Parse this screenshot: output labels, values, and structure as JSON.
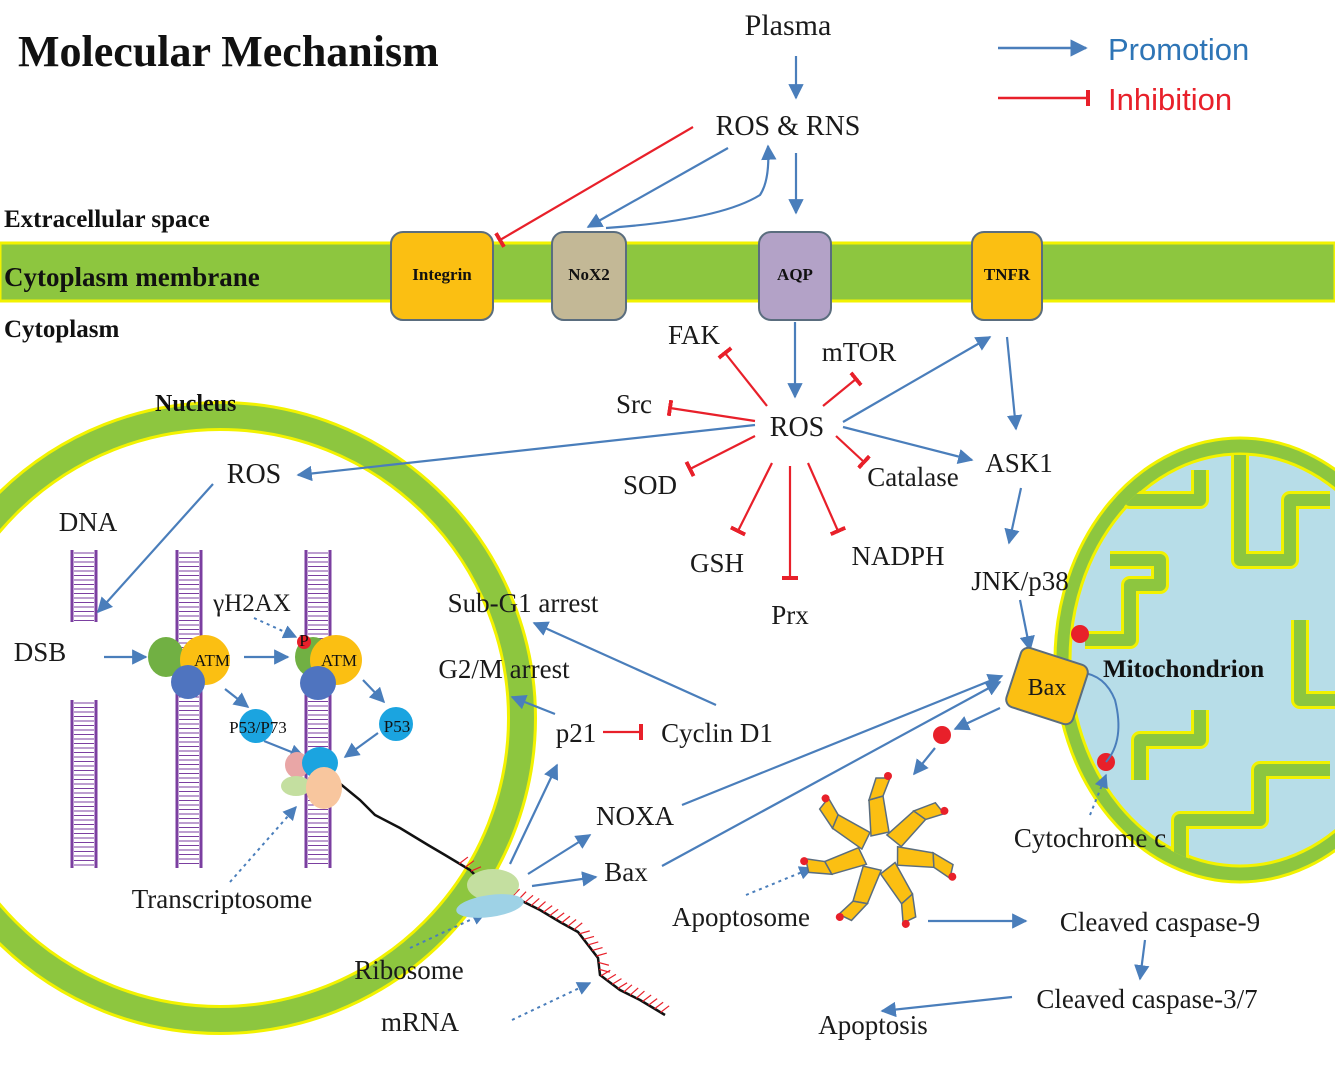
{
  "title": "Molecular Mechanism",
  "legend": {
    "promotion": "Promotion",
    "inhibition": "Inhibition"
  },
  "regions": {
    "extracellular": "Extracellular space",
    "membrane": "Cytoplasm membrane",
    "cytoplasm": "Cytoplasm",
    "nucleus": "Nucleus",
    "mitochondrion": "Mitochondrion"
  },
  "receptors": {
    "integrin": "Integrin",
    "nox2": "NoX2",
    "aqp": "AQP",
    "tnfr": "TNFR"
  },
  "labels": {
    "plasma": "Plasma",
    "ros_rns": "ROS & RNS",
    "ros_center": "ROS",
    "ros_nucleus": "ROS",
    "fak": "FAK",
    "mtor": "mTOR",
    "src": "Src",
    "sod": "SOD",
    "catalase": "Catalase",
    "gsh": "GSH",
    "nadph": "NADPH",
    "prx": "Prx",
    "ask1": "ASK1",
    "jnk_p38": "JNK/p38",
    "dna": "DNA",
    "dsb": "DSB",
    "gamma_h2ax": "γH2AX",
    "atm1": "ATM",
    "atm2": "ATM",
    "p_mark": "P",
    "p53_p73": "P53/P73",
    "p53": "P53",
    "transcriptosome": "Transcriptosome",
    "sub_g1": "Sub-G1 arrest",
    "g2m": "G2/M arrest",
    "p21": "p21",
    "cyclin_d1": "Cyclin D1",
    "noxa": "NOXA",
    "bax_cyto": "Bax",
    "bax_mito": "Bax",
    "ribosome": "Ribosome",
    "mrna": "mRNA",
    "cytochrome_c": "Cytochrome c",
    "apoptosome": "Apoptosome",
    "cleaved_casp9": "Cleaved caspase-9",
    "cleaved_casp37": "Cleaved caspase-3/7",
    "apoptosis": "Apoptosis"
  },
  "colors": {
    "promotion": "#4a7ebb",
    "inhibition": "#e8202a",
    "membrane": "#8dc63f",
    "membrane_edge": "#f2f200",
    "integrin": "#fbbf12",
    "nox2": "#c3b896",
    "aqp": "#b3a2c7",
    "tnfr": "#fbbf12",
    "mito_matrix": "#b7dde8",
    "dna": "#7b3fa0"
  }
}
